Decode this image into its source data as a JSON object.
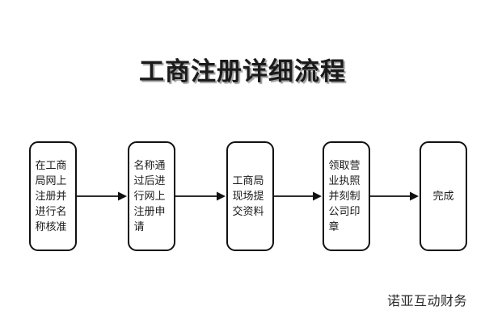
{
  "page": {
    "background_color": "#ffffff",
    "title": "工商注册详细流程"
  },
  "chart_data": {
    "type": "diagram",
    "diagram_kind": "linear-flowchart",
    "title": "工商注册详细流程",
    "orientation": "left-to-right",
    "node_shape": "rounded-rectangle",
    "node_border_color": "#111111",
    "node_fill_color": "#ffffff",
    "connector_color": "#1a1a1a",
    "connector_style": "single-line-with-solid-arrowhead",
    "node_count": 5,
    "nodes": [
      {
        "id": "step-1",
        "order": 1,
        "label": "在工商局网上注册并进行名称核准",
        "text_align": "left"
      },
      {
        "id": "step-2",
        "order": 2,
        "label": "名称通过后进行网上注册申请",
        "text_align": "left"
      },
      {
        "id": "step-3",
        "order": 3,
        "label": "工商局现场提交资料",
        "text_align": "left"
      },
      {
        "id": "step-4",
        "order": 4,
        "label": "领取营业执照并刻制公司印章",
        "text_align": "left"
      },
      {
        "id": "step-5",
        "order": 5,
        "label": "完成",
        "text_align": "center"
      }
    ],
    "edges": [
      {
        "from": "step-1",
        "to": "step-2"
      },
      {
        "from": "step-2",
        "to": "step-3"
      },
      {
        "from": "step-3",
        "to": "step-4"
      },
      {
        "from": "step-4",
        "to": "step-5"
      }
    ]
  },
  "watermark": {
    "text": "诺亚互动财务",
    "color": "#2b2b2b"
  }
}
